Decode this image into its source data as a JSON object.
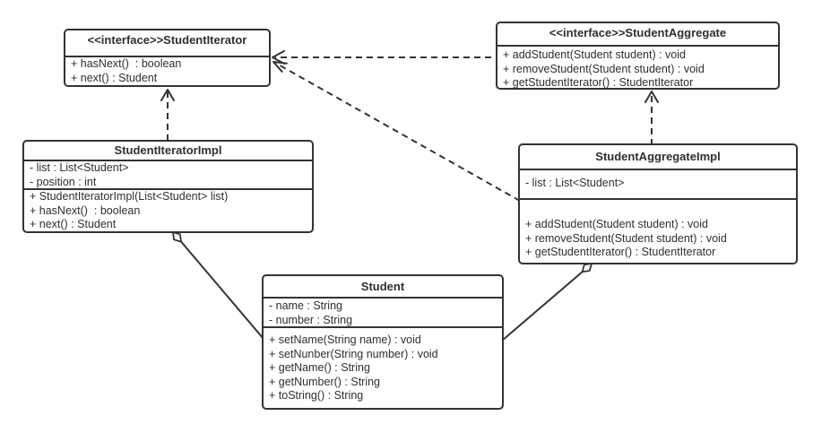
{
  "diagram": {
    "kind": "uml-class-diagram",
    "colors": {
      "background": "#ffffff",
      "line": "#333333",
      "text": "#2f2f2f"
    }
  },
  "classes": {
    "iterator": {
      "title": "<<interface>>StudentIterator",
      "methods": [
        "+ hasNext()  : boolean",
        "+ next() : Student"
      ]
    },
    "aggregate": {
      "title": "<<interface>>StudentAggregate",
      "methods": [
        "+ addStudent(Student student) : void",
        "+ removeStudent(Student student) : void",
        "+ getStudentIterator() : StudentIterator"
      ]
    },
    "iterator_impl": {
      "title": "StudentIteratorImpl",
      "attributes": [
        "- list : List<Student>",
        "- position : int"
      ],
      "methods": [
        "+ StudentIteratorImpl(List<Student> list)",
        "+ hasNext()  : boolean",
        "+ next() : Student"
      ]
    },
    "aggregate_impl": {
      "title": "StudentAggregateImpl",
      "attributes": [
        "- list : List<Student>"
      ],
      "methods": [
        "+ addStudent(Student student) : void",
        "+ removeStudent(Student student) : void",
        "+ getStudentIterator() : StudentIterator"
      ]
    },
    "student": {
      "title": "Student",
      "attributes": [
        "- name : String",
        "- number : String"
      ],
      "methods": [
        "+ setName(String name) : void",
        "+ setNunber(String number) : void",
        "+ getName() : String",
        "+ getNumber() : String",
        "+ toString() : String"
      ]
    }
  },
  "relationships": [
    {
      "type": "realization",
      "from": "StudentIteratorImpl",
      "to": "StudentIterator",
      "style": "dashed, open arrow"
    },
    {
      "type": "realization",
      "from": "StudentAggregateImpl",
      "to": "StudentAggregate",
      "style": "dashed, open arrow"
    },
    {
      "type": "dependency",
      "from": "StudentAggregate",
      "to": "StudentIterator",
      "style": "dashed, open arrow"
    },
    {
      "type": "dependency",
      "from": "StudentAggregateImpl",
      "to": "StudentIterator",
      "style": "dashed, open arrow"
    },
    {
      "type": "aggregation",
      "from": "StudentIteratorImpl",
      "to": "Student",
      "style": "solid, hollow diamond at StudentIteratorImpl"
    },
    {
      "type": "aggregation",
      "from": "StudentAggregateImpl",
      "to": "Student",
      "style": "solid, hollow diamond at StudentAggregateImpl"
    }
  ]
}
